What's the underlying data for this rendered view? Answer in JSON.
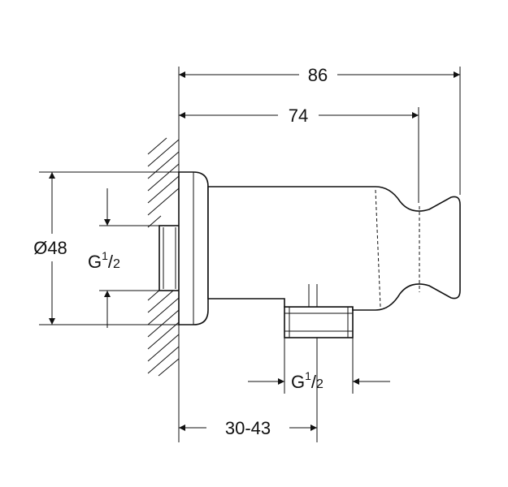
{
  "dimensions": {
    "overall_length": "86",
    "body_length": "74",
    "flange_diameter": "Ø48",
    "wall_thread": {
      "main": "G",
      "numerator": "1",
      "denominator": "2"
    },
    "outlet_thread": {
      "main": "G",
      "numerator": "1",
      "denominator": "2"
    },
    "outlet_offset": "30-43"
  }
}
